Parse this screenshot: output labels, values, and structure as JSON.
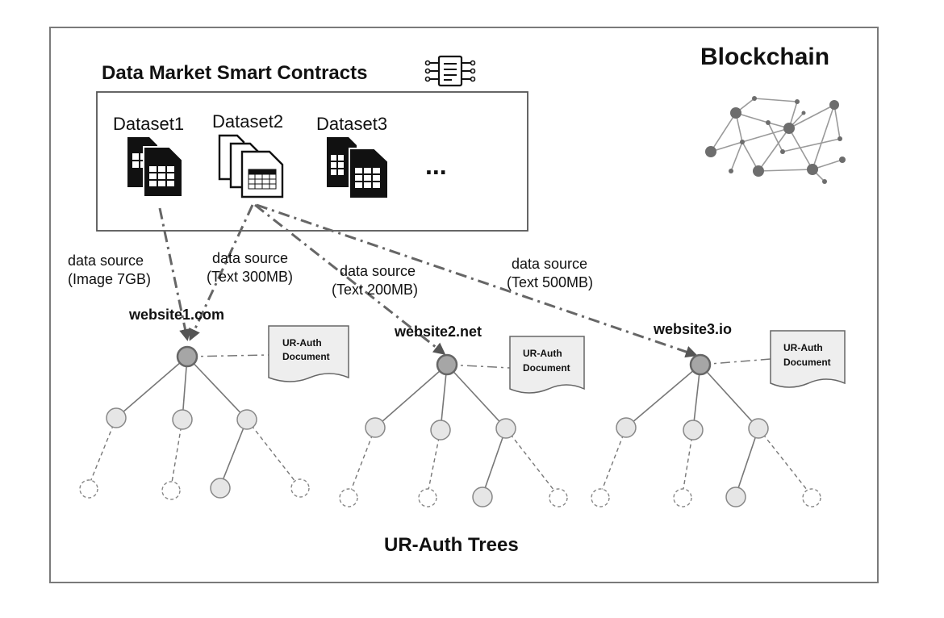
{
  "header": {
    "title": "Data Market Smart Contracts",
    "blockchain_label": "Blockchain"
  },
  "datasets": [
    {
      "label": "Dataset1",
      "icon": "spreadsheet-stack-icon"
    },
    {
      "label": "Dataset2",
      "icon": "document-stack-icon"
    },
    {
      "label": "Dataset3",
      "icon": "spreadsheet-stack-icon"
    }
  ],
  "datasets_more": "...",
  "sources": [
    {
      "line1": "data source",
      "line2": "(Image 7GB)"
    },
    {
      "line1": "data source",
      "line2": "(Text 300MB)"
    },
    {
      "line1": "data source",
      "line2": "(Text 200MB)"
    },
    {
      "line1": "data source",
      "line2": "(Text 500MB)"
    }
  ],
  "websites": [
    {
      "name": "website1.com"
    },
    {
      "name": "website2.net"
    },
    {
      "name": "website3.io"
    }
  ],
  "doc": {
    "line1": "UR-Auth",
    "line2": "Document"
  },
  "footer": {
    "label": "UR-Auth Trees"
  },
  "colors": {
    "frame": "#7a7a7a",
    "arrow": "#666666",
    "node_fill": "#e6e6e6",
    "root_fill": "#a6a6a6",
    "doc_fill": "#eeeeee",
    "network_node": "#6d6d6d",
    "network_edge": "#9a9a9a"
  }
}
